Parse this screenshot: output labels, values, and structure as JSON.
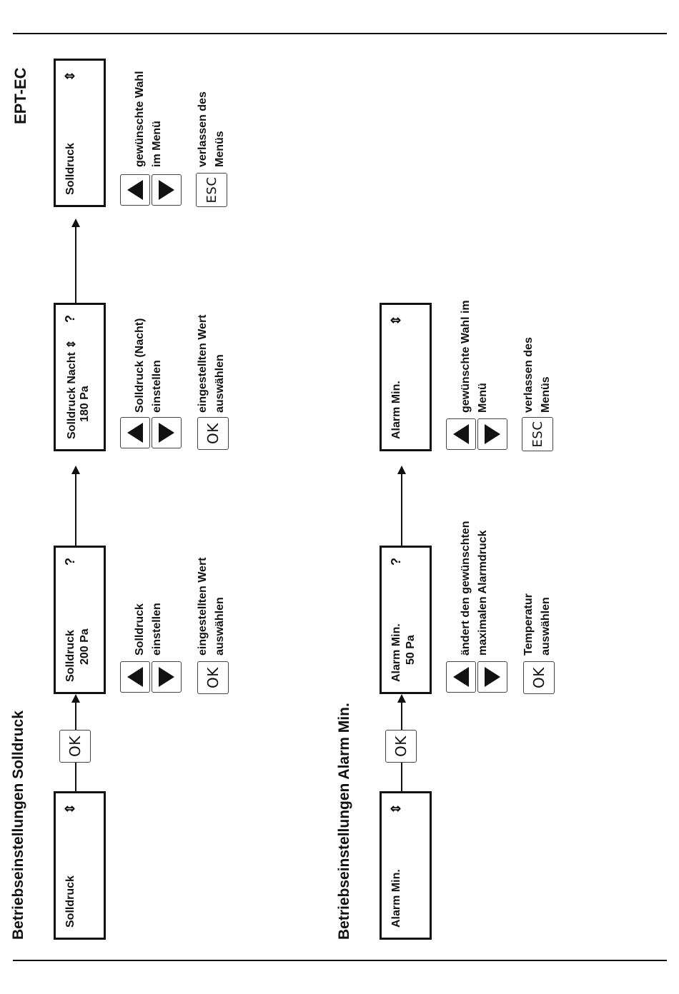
{
  "header": {
    "doc_code": "EPT-EC"
  },
  "sections": [
    {
      "title": "Betriebseinstellungen Solldruck",
      "start_display": {
        "line1": "Solldruck",
        "symbol": "⇕"
      },
      "ok_key": "OK",
      "edit_display": {
        "line1": "Solldruck",
        "line2": "200 Pa",
        "symbol": "?"
      },
      "edit_arrows_text": [
        "Solldruck",
        "einstellen"
      ],
      "edit_ok_key": "OK",
      "edit_ok_text": [
        "eingestellten Wert",
        "auswählen"
      ],
      "night_display": {
        "line1": "Solldruck Nacht ⇕",
        "line2": "180 Pa",
        "symbol": "?"
      },
      "night_arrows_text": [
        "Solldruck (Nacht)",
        "einstellen"
      ],
      "night_ok_key": "OK",
      "night_ok_text": [
        "eingestellten Wert",
        "auswählen"
      ],
      "menu_display": {
        "line1": "Solldruck",
        "symbol": "⇕"
      },
      "menu_arrows_text": [
        "gewünschte Wahl",
        "im Menü"
      ],
      "menu_esc_key": "ESC",
      "menu_esc_text": [
        "verlassen des",
        "Menüs"
      ]
    },
    {
      "title": "Betriebseinstellungen Alarm Min.",
      "start_display": {
        "line1": "Alarm Min.",
        "symbol": "⇕"
      },
      "ok_key": "OK",
      "edit_display": {
        "line1": "Alarm Min.",
        "line2": "50 Pa",
        "symbol": "?"
      },
      "edit_arrows_text": [
        "ändert den gewünschten",
        "maximalen Alarmdruck"
      ],
      "edit_ok_key": "OK",
      "edit_ok_text": [
        "Temperatur",
        "auswählen"
      ],
      "menu_display": {
        "line1": "Alarm Min.",
        "symbol": "⇕"
      },
      "menu_arrows_text": [
        "gewünschte Wahl im",
        "Menü"
      ],
      "menu_esc_key": "ESC",
      "menu_esc_text": [
        "verlassen des",
        "Menüs"
      ]
    }
  ]
}
